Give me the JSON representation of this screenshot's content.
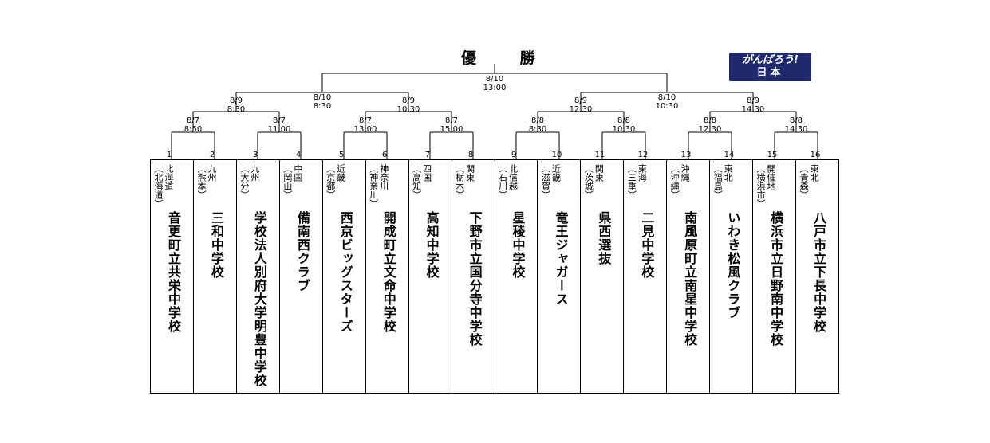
{
  "title": "優 勝",
  "badge": {
    "line1": "がんばろう!",
    "line2": "日本"
  },
  "final": {
    "date": "8/10",
    "time": "13:00"
  },
  "semis": [
    {
      "date": "8/10",
      "time": "8:30"
    },
    {
      "date": "8/10",
      "time": "10:30"
    }
  ],
  "quarters": [
    {
      "date": "8/9",
      "time": "8:30"
    },
    {
      "date": "8/9",
      "time": "10:30"
    },
    {
      "date": "8/9",
      "time": "12:30"
    },
    {
      "date": "8/9",
      "time": "14:30"
    }
  ],
  "round1": [
    {
      "date": "8/7",
      "time": "8:50"
    },
    {
      "date": "8/7",
      "time": "11:00"
    },
    {
      "date": "8/7",
      "time": "13:00"
    },
    {
      "date": "8/7",
      "time": "15:00"
    },
    {
      "date": "8/8",
      "time": "8:30"
    },
    {
      "date": "8/8",
      "time": "10:30"
    },
    {
      "date": "8/8",
      "time": "12:30"
    },
    {
      "date": "8/8",
      "time": "14:30"
    }
  ],
  "teams": [
    {
      "num": "1",
      "region": "北海道",
      "pref": "北海道",
      "name": "音更町立共栄中学校"
    },
    {
      "num": "2",
      "region": "九州",
      "pref": "熊本",
      "name": "三和中学校"
    },
    {
      "num": "3",
      "region": "九州",
      "pref": "大分",
      "name": "学校法人別府大学明豊中学校"
    },
    {
      "num": "4",
      "region": "中国",
      "pref": "岡山",
      "name": "備南西クラブ"
    },
    {
      "num": "5",
      "region": "近畿",
      "pref": "京都",
      "name": "西京ビッグスターズ"
    },
    {
      "num": "6",
      "region": "神奈川",
      "pref": "神奈川",
      "name": "開成町立文命中学校"
    },
    {
      "num": "7",
      "region": "四国",
      "pref": "高知",
      "name": "高知中学校"
    },
    {
      "num": "8",
      "region": "関東",
      "pref": "栃木",
      "name": "下野市立国分寺中学校"
    },
    {
      "num": "9",
      "region": "北信越",
      "pref": "石川",
      "name": "星稜中学校"
    },
    {
      "num": "10",
      "region": "近畿",
      "pref": "滋賀",
      "name": "竜王ジャガース"
    },
    {
      "num": "11",
      "region": "関東",
      "pref": "茨城",
      "name": "県西選抜"
    },
    {
      "num": "12",
      "region": "東海",
      "pref": "三重",
      "name": "二見中学校"
    },
    {
      "num": "13",
      "region": "沖縄",
      "pref": "沖縄",
      "name": "南風原町立南星中学校"
    },
    {
      "num": "14",
      "region": "東北",
      "pref": "福島",
      "name": "いわき松風クラブ"
    },
    {
      "num": "15",
      "region": "開催地",
      "pref": "横浜市",
      "name": "横浜市立日野南中学校"
    },
    {
      "num": "16",
      "region": "東北",
      "pref": "青森",
      "name": "八戸市立下長中学校"
    }
  ]
}
